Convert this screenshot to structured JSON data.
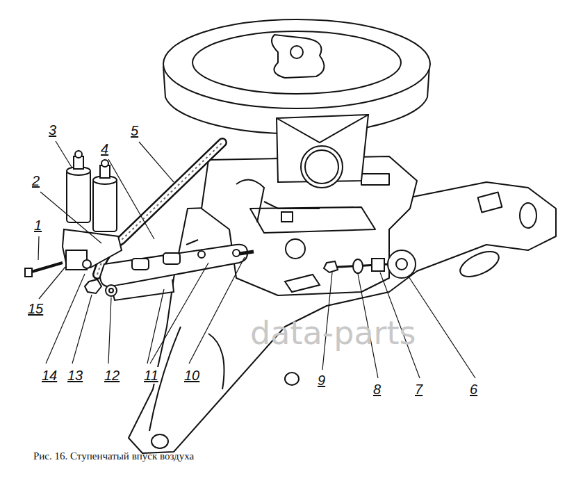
{
  "diagram": {
    "caption": "Рис. 16. Ступенчатый впуск воздуха",
    "labels": [
      "1",
      "2",
      "3",
      "4",
      "5",
      "6",
      "7",
      "8",
      "9",
      "10",
      "11",
      "12",
      "13",
      "14",
      "15",
      "data-parts"
    ]
  }
}
